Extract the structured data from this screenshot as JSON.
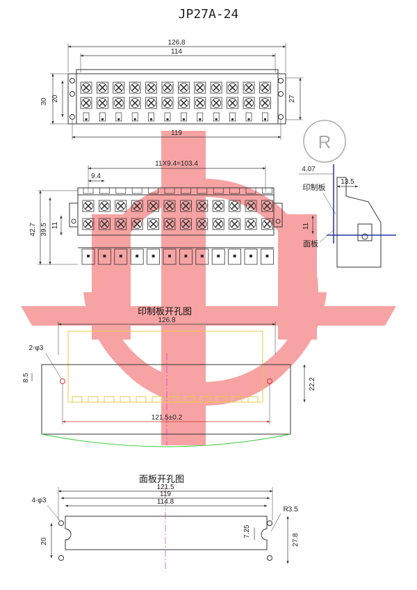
{
  "title": "JP27A-24",
  "registered_mark": "R",
  "watermark_color": "#f7a3a3",
  "top_view": {
    "dims": {
      "overall": "126.8",
      "inner": "114",
      "bottom": "119",
      "h30": "30",
      "h20": "20",
      "h27": "27"
    },
    "positions": 12
  },
  "front_view": {
    "dims": {
      "pitch": "9.4",
      "span": "11X9.4=103.4",
      "h42": "42.7",
      "h39": "39.5",
      "h11": "11"
    }
  },
  "side_view": {
    "dims": {
      "w407": "4.07",
      "w135": "13.5",
      "h11": "11"
    },
    "labels": {
      "pcb": "印制板",
      "panel": "面板"
    }
  },
  "pcb_cutout": {
    "title": "印制板开孔图",
    "dims": {
      "width": "126.8",
      "holes": "2-φ3",
      "h85": "8.5",
      "h222": "22.2",
      "span": "121.5±0.2"
    }
  },
  "panel_cutout": {
    "title": "面板开孔图",
    "dims": {
      "w1215": "121.5",
      "w119": "119",
      "w1148": "114.8",
      "holes": "4-φ3",
      "radius": "R3.5",
      "h725": "7.25",
      "h20": "20",
      "h278": "27.8"
    }
  }
}
